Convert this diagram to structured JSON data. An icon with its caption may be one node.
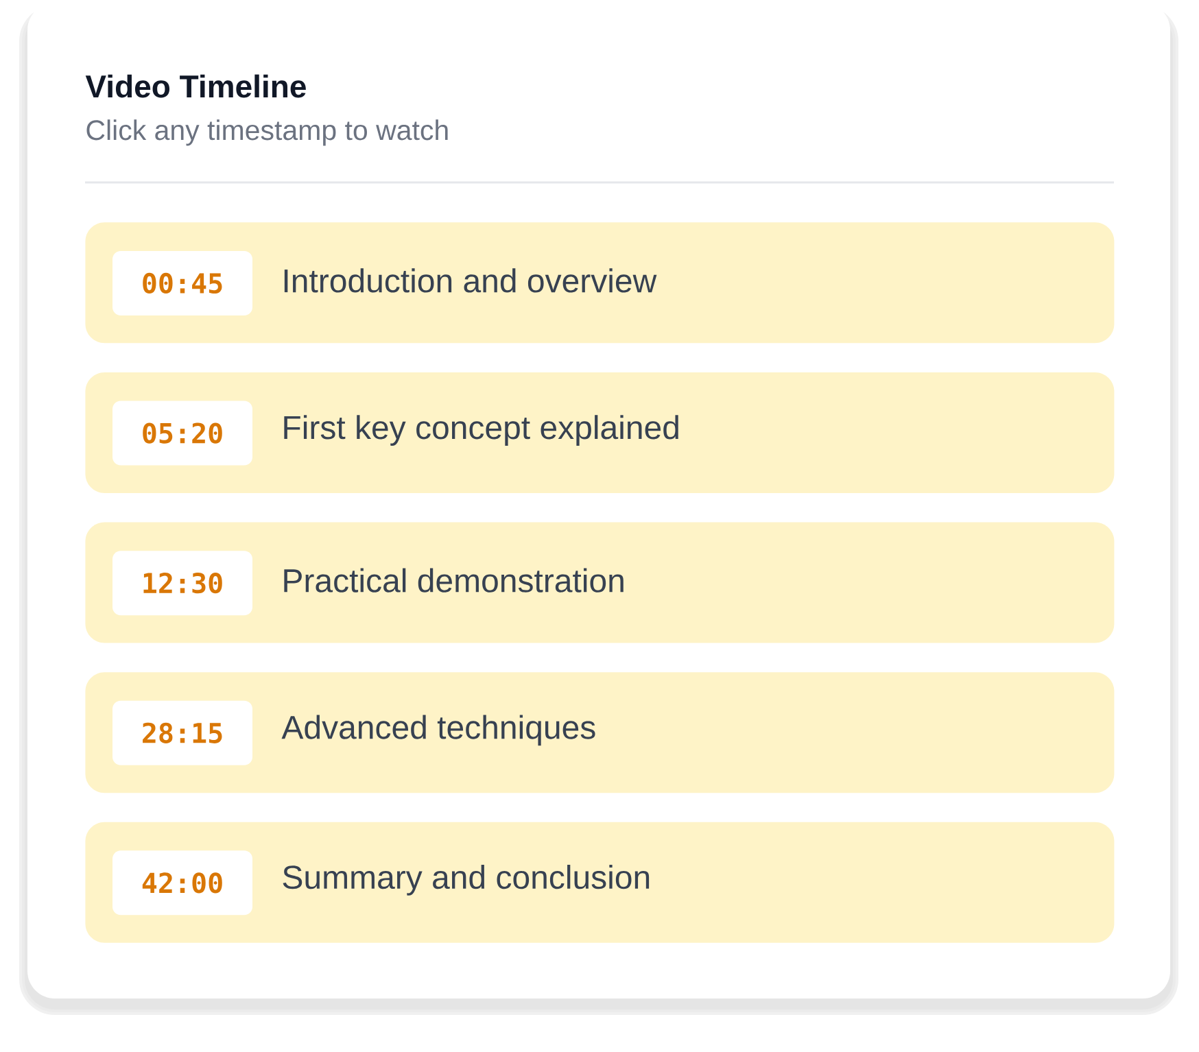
{
  "diagram": {
    "title": "Video Timeline",
    "nodes": [
      {
        "text": [
          "Introduction and overview"
        ]
      },
      {
        "text": [
          "00:45"
        ],
        "in": 0
      },
      {
        "text": [
          "First key concept explained"
        ]
      },
      {
        "text": [
          "05:20"
        ],
        "in": 2
      },
      {
        "text": [
          "Practical demonstration"
        ]
      },
      {
        "text": [
          "12:30"
        ],
        "in": 4
      },
      {
        "text": [
          "Advanced techniques"
        ]
      },
      {
        "text": [
          "28:15"
        ],
        "in": 6
      },
      {
        "text": [
          "Summary and conclusion"
        ]
      },
      {
        "text": [
          "42:00"
        ],
        "in": 8
      }
    ],
    "labels": [
      "Click any timestamp to watch"
    ]
  }
}
